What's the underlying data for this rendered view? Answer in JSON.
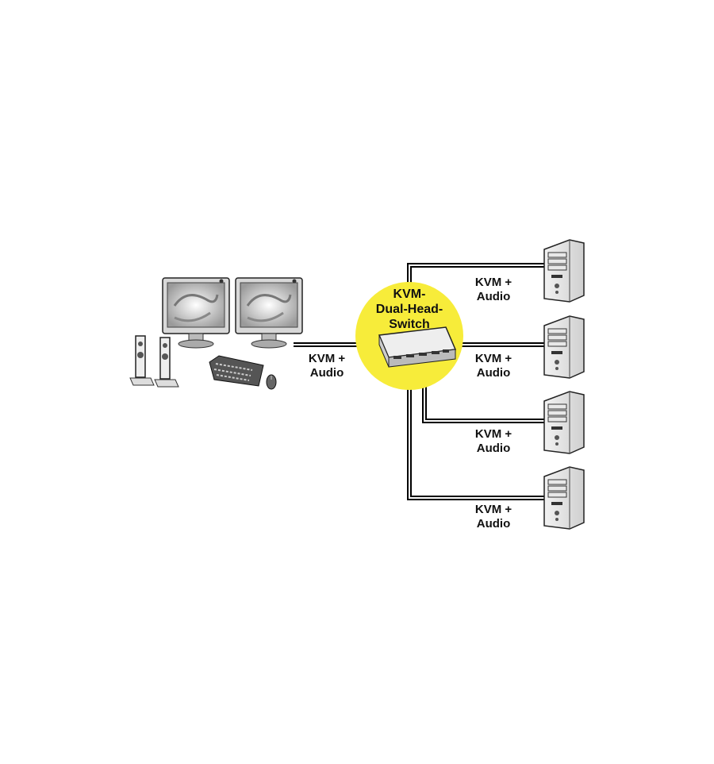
{
  "switch": {
    "label_line1": "KVM-",
    "label_line2": "Dual-Head-",
    "label_line3": "Switch",
    "badge_color": "#f7ec3a"
  },
  "workstation_link": {
    "line1": "KVM +",
    "line2": "Audio"
  },
  "computer_links": [
    {
      "line1": "KVM +",
      "line2": "Audio"
    },
    {
      "line1": "KVM +",
      "line2": "Audio"
    },
    {
      "line1": "KVM +",
      "line2": "Audio"
    },
    {
      "line1": "KVM +",
      "line2": "Audio"
    }
  ],
  "icons": {
    "monitors": "monitor-icon",
    "speakers": "speaker-icon",
    "keyboard": "keyboard-icon",
    "mouse": "mouse-icon",
    "switch": "kvm-switch-icon",
    "computers": "pc-tower-icon"
  }
}
